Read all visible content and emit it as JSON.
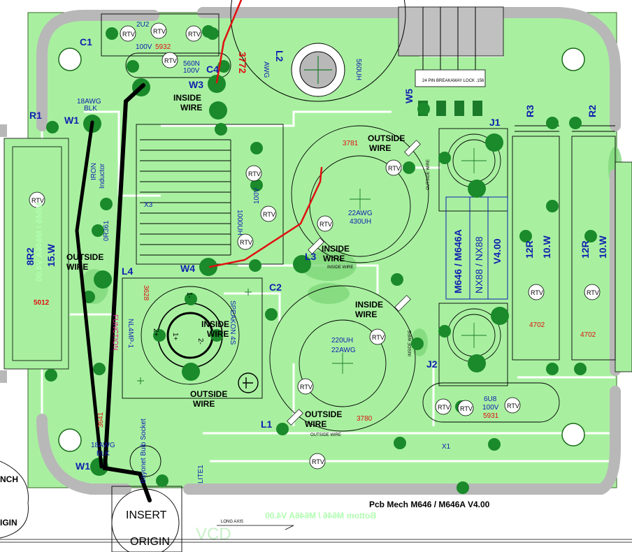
{
  "board": {
    "title": "Pcb Mech M646 / M646A  V4.00",
    "mirrored_bottom_label": "Bottom",
    "mirrored_version_label": "M646 / M646A  V4.00",
    "long_axis_label": "LONG AXIS",
    "origin_label": "INSERT ORIGIN",
    "edge_labels": [
      "NCH",
      "IGIN"
    ],
    "mirrored_left_text": "M646 / M646A  V4.00",
    "faint_label": "VCD"
  },
  "colors": {
    "board": "#a8f0a0",
    "pads": "#1a8a2a",
    "rails": "#b8b8b8",
    "labels": "#1020b0",
    "parts": "#e01010"
  },
  "designators": {
    "C1": "C1",
    "C2": "C2",
    "C4": "C4",
    "W1a": "W1",
    "W1b": "W1",
    "W3": "W3",
    "W4": "W4",
    "W5": "W5",
    "L1": "L1",
    "L2": "L2",
    "L3": "L3",
    "L4": "L4",
    "R1": "R1",
    "R2": "R2",
    "R3": "R3",
    "J1": "J1",
    "J2": "J2",
    "X1": "X1",
    "X3": "X3"
  },
  "values": {
    "c1_val": "2U2",
    "c1_volt": "100V",
    "c1_part": "5932",
    "c4_val": "560N",
    "c4_volt": "100V",
    "w1_awg": "18AWG",
    "w1_color": "BLK",
    "w1b_awg": "18AWG",
    "w1b_color": "BLK",
    "l2_part": "3772",
    "l2_awg": "AWG",
    "l2_ind": "560UH",
    "x3_ind": "1000UH",
    "x3_volt": "100V",
    "iron_inductor": [
      "IRON",
      "Inductor"
    ],
    "or361": "0R361",
    "l3_awg": "22AWG",
    "l3_ind": "430UH",
    "l3_part": "3781",
    "l1_ind": "220UH",
    "l1_awg": "22AWG",
    "l1_part": "3780",
    "r1_res": "8R2",
    "r1_watt": "15.W",
    "r1_part": "5012",
    "r3_res": "12R",
    "r3_watt": "10.W",
    "r3_part": "4702",
    "r2_res": "12R",
    "r2_watt": "10.W",
    "r2_part": "4702",
    "x1_cap": "6U8",
    "x1_volt": "100V",
    "x1_part": "5931",
    "model_a": "M646 / M646A",
    "model_b": "NX88 / NX88",
    "model_ver": "V4.00",
    "speakon_part": "3628",
    "speakon_name": "NL4MP-1",
    "speakon_brand": "SPEAKON 4S",
    "speakon_function": "FUNCTION",
    "speakon_pins": [
      "1-",
      "1+",
      "2-",
      "2+"
    ],
    "bulb_part": "3641",
    "bulb_label": "Bayonet Bulb Socket",
    "lite": "LITE1",
    "header_label": "24 PIN BREAKAWAY LOCK .156",
    "inside_wire": "INSIDE WIRE",
    "outside_wire": "OUTSIDE WIRE",
    "inside": "INSIDE",
    "outside": "OUTSIDE",
    "wire": "WIRE",
    "rtv": "RTV"
  }
}
